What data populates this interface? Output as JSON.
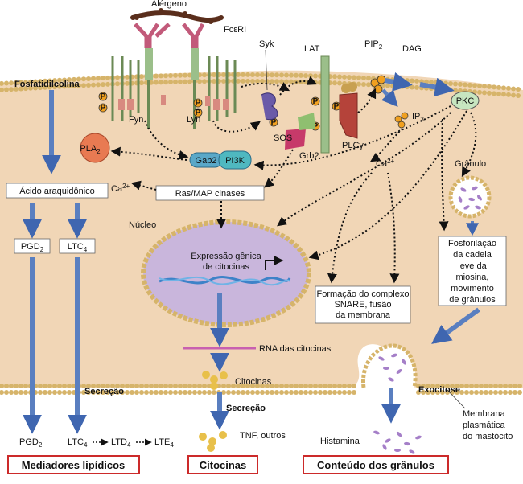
{
  "colors": {
    "cytoplasm": "#f1d6b6",
    "membrane_bead": "#d6b46a",
    "nucleus": "#c9b6dc",
    "arrow_blue": "#5a7fc0",
    "phospho": "#f0a020",
    "receptor_rose": "#d88a80",
    "receptor_green": "#9bbf8a",
    "granule_dots": "#a57fc8",
    "footer_border": "#cc2a2a"
  },
  "labels": {
    "allergen": "Alérgeno",
    "fceri": "FcεRI",
    "syk": "Syk",
    "lat": "LAT",
    "pip2": "PIP",
    "pip2_sub": "2",
    "dag": "DAG",
    "fosfatidilcolina": "Fosfatidilcolina",
    "fyn": "Fyn",
    "lyn": "Lyn",
    "pkc": "PKC",
    "ip3": "IP",
    "ip3_sub": "3",
    "sos": "SOS",
    "grb2": "Grb2",
    "plcg": "PLCγ",
    "pla2": "PLA",
    "pla2_sub": "2",
    "gab2": "Gab2",
    "pi3k": "PI3K",
    "ca_left": "Ca",
    "ca_left_sup": "2+",
    "ca_mid": "Ca",
    "ca_mid_sup": "2+",
    "granulo": "Grânulo",
    "acido": "Ácido araquidônico",
    "ras_map": "Ras/MAP cinases",
    "nucleo": "Núcleo",
    "pgd2": "PGD",
    "pgd2_sub": "2",
    "ltc4": "LTC",
    "ltc4_sub": "4",
    "expressao_1": "Expressão gênica",
    "expressao_2": "de citocinas",
    "fosforilacao": [
      "Fosforilação",
      "da cadeia",
      "leve da",
      "miosina,",
      "movimento",
      "de grânulos"
    ],
    "snare": [
      "Formação do complexo",
      "SNARE, fusão",
      "da membrana"
    ],
    "rna": "RNA das citocinas",
    "citocinas_small": "Citocinas",
    "secrecao_left": "Secreção",
    "secrecao_mid": "Secreção",
    "exocitose": "Exocitose",
    "tnf": "TNF, outros",
    "histamina": "Histamina",
    "membrana": [
      "Membrana",
      "plasmática",
      "do mastócito"
    ],
    "out_pgd2": "PGD",
    "out_pgd2_sub": "2",
    "out_ltc4": "LTC",
    "out_ltc4_sub": "4",
    "out_ltd4": "LTD",
    "out_ltd4_sub": "4",
    "out_lte4": "LTE",
    "out_lte4_sub": "4",
    "phospho_p": "P"
  },
  "footer": {
    "lipid": "Mediadores lipídicos",
    "cyt": "Citocinas",
    "gran": "Conteúdo dos grânulos"
  }
}
